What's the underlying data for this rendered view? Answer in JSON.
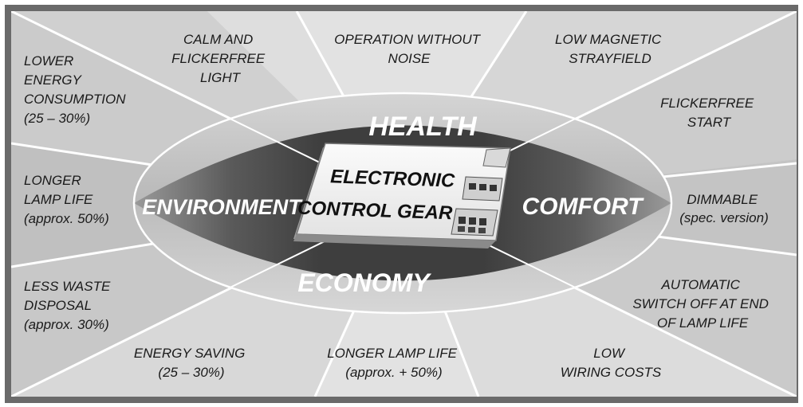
{
  "center": {
    "line1": "ELECTRONIC",
    "line2": "CONTROL GEAR"
  },
  "ring": {
    "top": "HEALTH",
    "bottom": "ECONOMY",
    "left": "ENVIRONMENT",
    "right": "COMFORT"
  },
  "benefits": {
    "lower_energy": [
      "LOWER",
      "ENERGY",
      "CONSUMPTION",
      "(25 – 30%)"
    ],
    "calm_light": [
      "CALM AND",
      "FLICKERFREE",
      "LIGHT"
    ],
    "no_noise": [
      "OPERATION WITHOUT",
      "NOISE"
    ],
    "magnetic": [
      "LOW MAGNETIC",
      "STRAYFIELD"
    ],
    "flicker_start": [
      "FLICKERFREE",
      "START"
    ],
    "lamp_life_left": [
      "LONGER",
      "LAMP LIFE",
      "(approx. 50%)"
    ],
    "dimmable": [
      "DIMMABLE",
      "(spec. version)"
    ],
    "waste": [
      "LESS WASTE",
      "DISPOSAL",
      "(approx. 30%)"
    ],
    "switch_off": [
      "AUTOMATIC",
      "SWITCH OFF AT END",
      "OF LAMP LIFE"
    ],
    "energy_saving": [
      "ENERGY SAVING",
      "(25 – 30%)"
    ],
    "lamp_life_bottom": [
      "LONGER LAMP LIFE",
      "(approx. + 50%)"
    ],
    "wiring": [
      "LOW",
      "WIRING COSTS"
    ]
  },
  "colors": {
    "frame": "#5a5a5a",
    "segment_light": "#e4e4e4",
    "segment_mid": "#c9c9c9",
    "ring_dark": "#4a4a4a",
    "divider": "#ffffff"
  }
}
